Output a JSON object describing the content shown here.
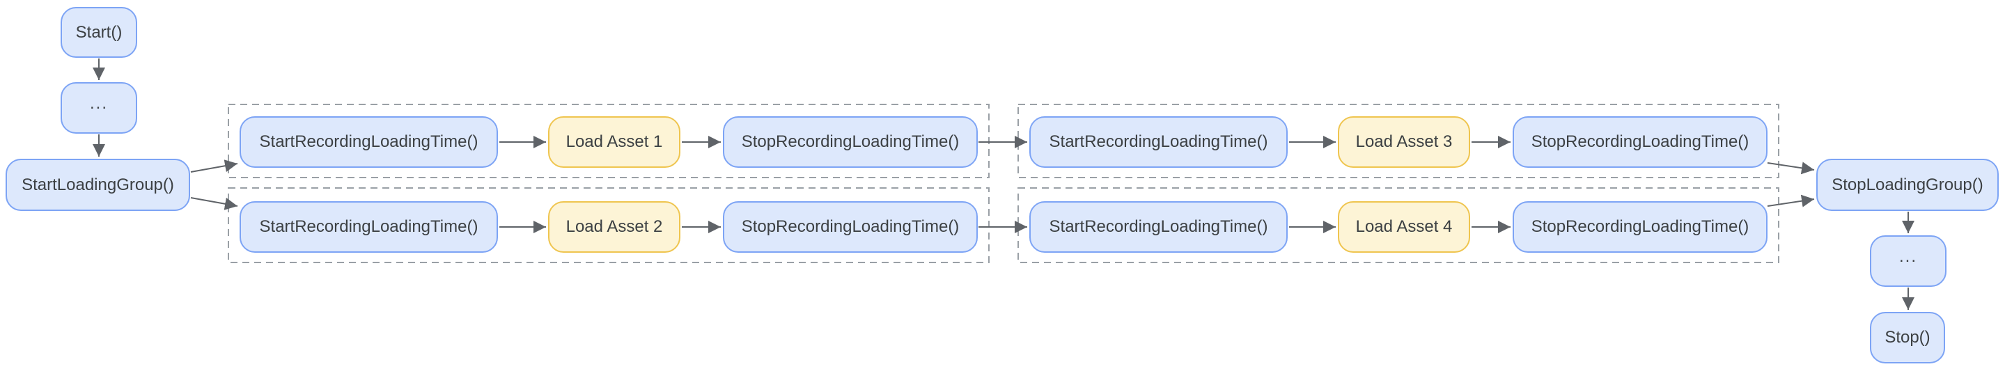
{
  "diagram": {
    "nodes": {
      "start": "Start()",
      "ellipsis_top": "...",
      "start_loading_group": "StartLoadingGroup()",
      "stop_loading_group": "StopLoadingGroup()",
      "ellipsis_bottom": "...",
      "stop": "Stop()"
    },
    "groups": [
      {
        "rows": [
          {
            "steps": [
              {
                "label": "StartRecordingLoadingTime()",
                "type": "call"
              },
              {
                "label": "Load Asset 1",
                "type": "asset"
              },
              {
                "label": "StopRecordingLoadingTime()",
                "type": "call"
              }
            ]
          },
          {
            "steps": [
              {
                "label": "StartRecordingLoadingTime()",
                "type": "call"
              },
              {
                "label": "Load Asset 2",
                "type": "asset"
              },
              {
                "label": "StopRecordingLoadingTime()",
                "type": "call"
              }
            ]
          }
        ]
      },
      {
        "rows": [
          {
            "steps": [
              {
                "label": "StartRecordingLoadingTime()",
                "type": "call"
              },
              {
                "label": "Load Asset 3",
                "type": "asset"
              },
              {
                "label": "StopRecordingLoadingTime()",
                "type": "call"
              }
            ]
          },
          {
            "steps": [
              {
                "label": "StartRecordingLoadingTime()",
                "type": "call"
              },
              {
                "label": "Load Asset 4",
                "type": "asset"
              },
              {
                "label": "StopRecordingLoadingTime()",
                "type": "call"
              }
            ]
          }
        ]
      }
    ],
    "colors": {
      "node_fill": "#dde8fc",
      "node_border": "#7da4f5",
      "asset_fill": "#fdf4d6",
      "asset_border": "#efc54f",
      "text": "#3c4043",
      "arrow": "#5f6368",
      "dash": "#9aa0a6",
      "background": "#ffffff"
    }
  }
}
